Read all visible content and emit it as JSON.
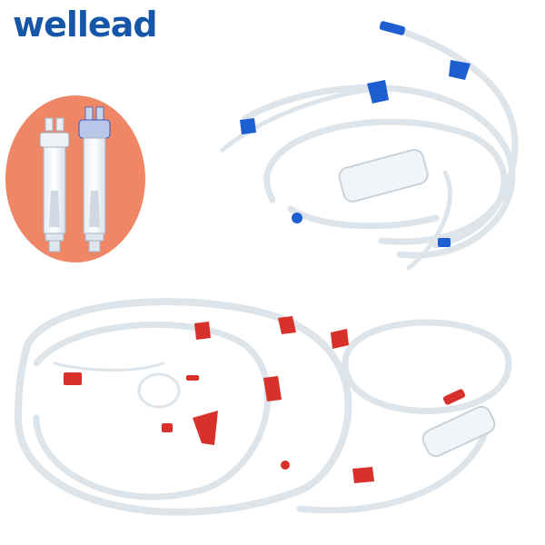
{
  "brand": {
    "logo_text": "wellead",
    "logo_color": "#1656a8"
  },
  "inset": {
    "background_color": "#ef8766",
    "items": [
      {
        "name": "dialyzer-clear-cap"
      },
      {
        "name": "dialyzer-blue-cap"
      }
    ]
  },
  "products": [
    {
      "name": "bloodline-set-blue",
      "accent_color": "#1d5fd0"
    },
    {
      "name": "bloodline-set-red",
      "accent_color": "#d8302a"
    }
  ]
}
